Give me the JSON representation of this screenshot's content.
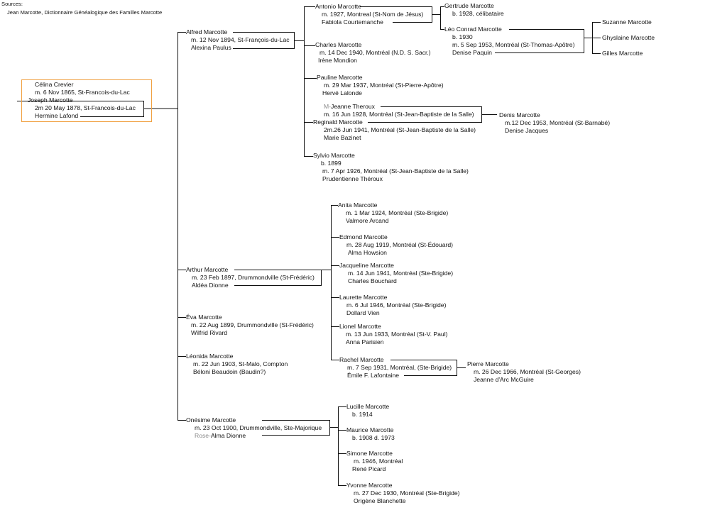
{
  "header": {
    "sources_label": "Sources:",
    "sources_text": "Jean Marcotte, Dictionnaire Généalogique des Familles Marcotte"
  },
  "root": {
    "spouse1_name": "Célina Crevier",
    "marriage1": "m. 6 Nov 1865, St-Francois-du-Lac",
    "name": "Joseph Marcotte",
    "marriage2": "2m 20  May 1878, St-Francois-du-Lac",
    "spouse2_name": "Hermine Lafond"
  },
  "alfred": {
    "name": "Alfred Marcotte",
    "marriage": "m. 12 Nov 1894, St-François-du-Lac",
    "spouse": "Alexina Paulus",
    "children": {
      "antonio": {
        "name": "Antonio Marcotte",
        "marriage": "m. 1927, Montreal (St-Nom de Jésus)",
        "spouse": "Fabiola Courtemanche"
      },
      "charles": {
        "name": "Charles Marcotte",
        "marriage": "m. 14 Dec 1940, Montréal (N.D. S. Sacr.)",
        "spouse": "Irène Mondion"
      },
      "pauline": {
        "name": "Pauline Marcotte",
        "marriage": "m. 29 Mar 1937, Montréal (St-Pierre-Apôtre)",
        "spouse": "Hervé Lalonde"
      },
      "jeanne": {
        "name_prefix": "M-",
        "name_rest": "Jeanne Theroux",
        "marriage": "m. 16 Jun 1928, Montréal (St-Jean-Baptiste de la Salle)"
      },
      "reginald": {
        "name": "Reginald Marcotte",
        "marriage": "2m.26 Jun 1941, Montréal (St-Jean-Baptiste de la Salle)",
        "spouse": "Marie Bazinet"
      },
      "sylvio": {
        "name": "Sylvio Marcotte",
        "birth": "b. 1899",
        "marriage": "m. 7 Apr 1926, Montréal (St-Jean-Baptiste de la Salle)",
        "spouse": "Prudentienne Théroux"
      }
    },
    "grandchildren": {
      "gertrude": {
        "name": "Gertrude Marcotte",
        "note": "b. 1928,   célibataire"
      },
      "leo": {
        "name": "Léo Conrad Marcotte",
        "birth": "b. 1930",
        "marriage": "m. 5 Sep 1953, Montréal (St-Thomas-Apôtre)",
        "spouse": "Denise Paquin"
      },
      "denis": {
        "name": "Denis Marcotte",
        "marriage": "m.12 Dec  1953, Montréal (St-Barnabé)",
        "spouse": "Denise Jacques"
      }
    },
    "great_grandchildren": [
      "Suzanne Marcotte",
      "Ghyslaine Marcotte",
      "Gilles Marcotte"
    ]
  },
  "arthur": {
    "name": "Arthur Marcotte",
    "marriage": "m. 23 Feb 1897, Drummondville (St-Frédéric)",
    "spouse": "Aldéa Dionne",
    "children": {
      "anita": {
        "name": "Anita Marcotte",
        "marriage": "m. 1 Mar 1924, Montréal (Ste-Brigide)",
        "spouse": "Valmore Arcand"
      },
      "edmond": {
        "name": "Edmond Marcotte",
        "marriage": "m. 28 Aug 1919, Montréal (St-Édouard)",
        "spouse": "Alma Howsion"
      },
      "jacqueline": {
        "name": "Jacqueline Marcotte",
        "marriage": "m. 14 Jun 1941, Montréal (Ste-Brigide)",
        "spouse": "Charles Bouchard"
      },
      "laurette": {
        "name": "Laurette Marcotte",
        "marriage": "m. 6 Jul 1946, Montréal (Ste-Brigide)",
        "spouse": "Dollard Vien"
      },
      "lionel": {
        "name": "Lionel Marcotte",
        "marriage": "m. 13 Jun 1933, Montréal (St-V. Paul)",
        "spouse": "Anna Parisien"
      },
      "rachel": {
        "name": "Rachel Marcotte",
        "marriage": "m. 7 Sep 1931, Montréal, (Ste-Brigide)",
        "spouse": "Émile F. Lafontaine"
      }
    },
    "grandchildren": {
      "pierre": {
        "name": "Pierre Marcotte",
        "marriage": "m. 26 Dec 1966, Montréal (St-Georges)",
        "spouse": "Jeanne d'Arc McGuire"
      }
    }
  },
  "eva": {
    "name": "Éva Marcotte",
    "marriage": "m. 22 Aug 1899, Drummondville (St-Frédéric)",
    "spouse": "Wilfrid Rivard"
  },
  "leonida": {
    "name": "Léonida Marcotte",
    "marriage": "m. 22 Jun 1903, St-Malo, Compton",
    "spouse": "Béloni Beaudoin (Baudin?)"
  },
  "onesime": {
    "name": "Onésime Marcotte",
    "marriage": "m. 23 Oct 1900, Drummondville, Ste-Majorique",
    "spouse_prefix": "Rose-",
    "spouse_rest": "Alma Dionne",
    "children": {
      "lucille": {
        "name": "Lucille Marcotte",
        "birth": "b. 1914"
      },
      "maurice": {
        "name": "Maurice Marcotte",
        "birth": "b. 1908   d. 1973"
      },
      "simone": {
        "name": "Simone Marcotte",
        "marriage": "m. 1946, Montréal",
        "spouse": "René Picard"
      },
      "yvonne": {
        "name": "Yvonne Marcotte",
        "marriage": "m. 27 Dec 1930, Montréal (Ste-Brigide)",
        "spouse": "Origène Blanchette"
      }
    }
  },
  "colors": {
    "line": "#111111",
    "root_border": "#f0a040",
    "muted_text": "#8a8a8a"
  }
}
